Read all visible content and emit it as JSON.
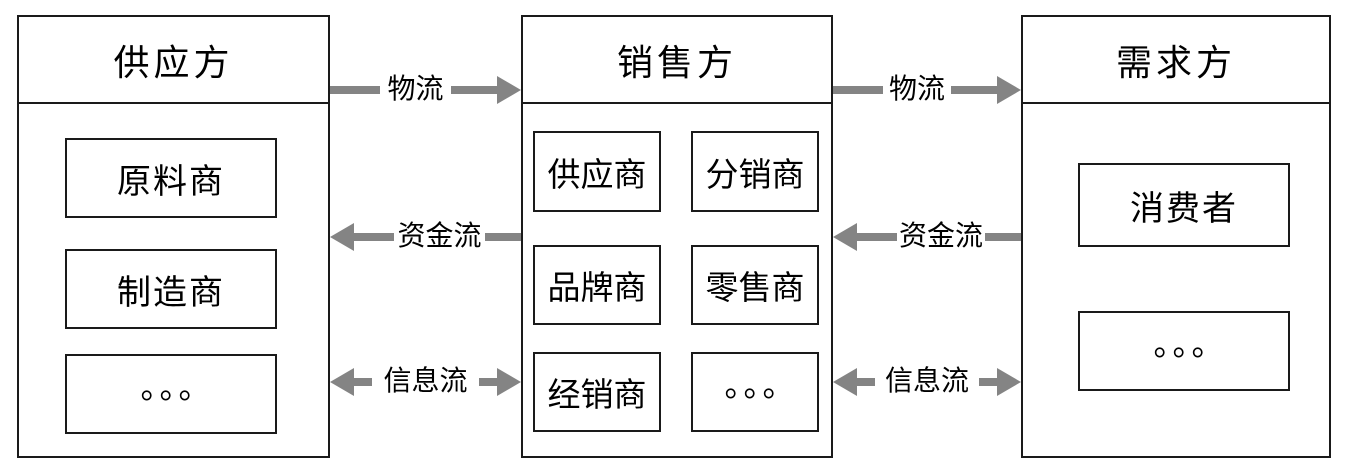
{
  "diagram": {
    "columns": [
      {
        "title": "供应方",
        "items": [
          "原料商",
          "制造商",
          "。。。"
        ]
      },
      {
        "title": "销售方",
        "items": [
          "供应商",
          "分销商",
          "品牌商",
          "零售商",
          "经销商",
          "。。。"
        ]
      },
      {
        "title": "需求方",
        "items": [
          "消费者",
          "。。。"
        ]
      }
    ],
    "flows": [
      {
        "label": "物流",
        "direction": "left-to-right"
      },
      {
        "label": "资金流",
        "direction": "right-to-left"
      },
      {
        "label": "信息流",
        "direction": "bidirectional"
      }
    ],
    "colors": {
      "arrow": "#848484",
      "line": "#1a1a1a",
      "background": "#ffffff",
      "text": "#000000"
    }
  }
}
